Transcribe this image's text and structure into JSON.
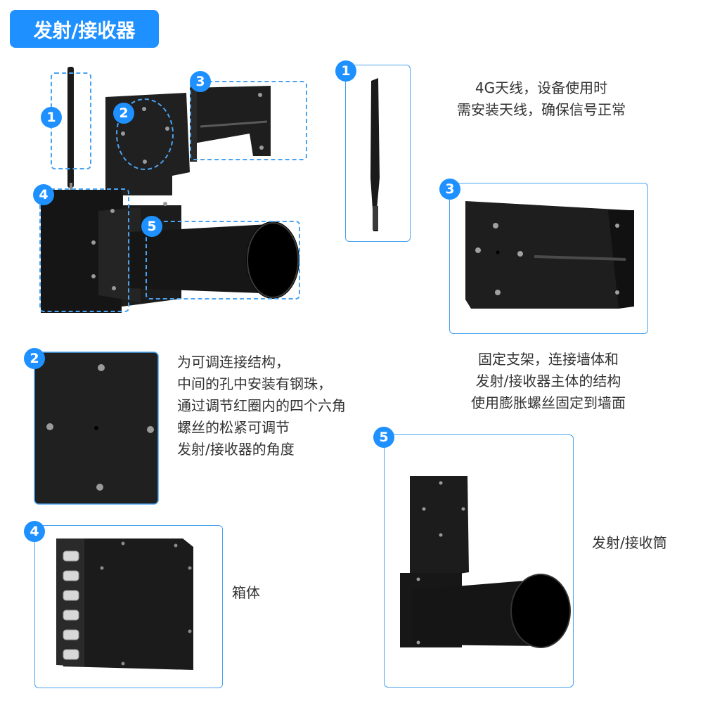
{
  "header": {
    "title": "发射/接收器"
  },
  "callouts": {
    "antenna": {
      "number": "1",
      "lines": [
        "4G天线，设备使用时",
        "需安装天线，确保信号正常"
      ]
    },
    "adjuster": {
      "number": "2",
      "lines": [
        "为可调连接结构，",
        "中间的孔中安装有钢珠，",
        "通过调节红圈内的四个六角",
        "螺丝的松紧可调节",
        "发射/接收器的角度"
      ]
    },
    "bracket": {
      "number": "3",
      "lines": [
        "固定支架，连接墙体和",
        "发射/接收器主体的结构",
        "使用膨胀螺丝固定到墙面"
      ]
    },
    "box": {
      "number": "4",
      "lines": [
        "箱体"
      ]
    },
    "tube": {
      "number": "5",
      "lines": [
        "发射/接收筒"
      ]
    }
  },
  "colors": {
    "accent": "#1e90ff",
    "frame": "#4aa3f0",
    "device": "#1c1c1c",
    "text": "#333333"
  }
}
